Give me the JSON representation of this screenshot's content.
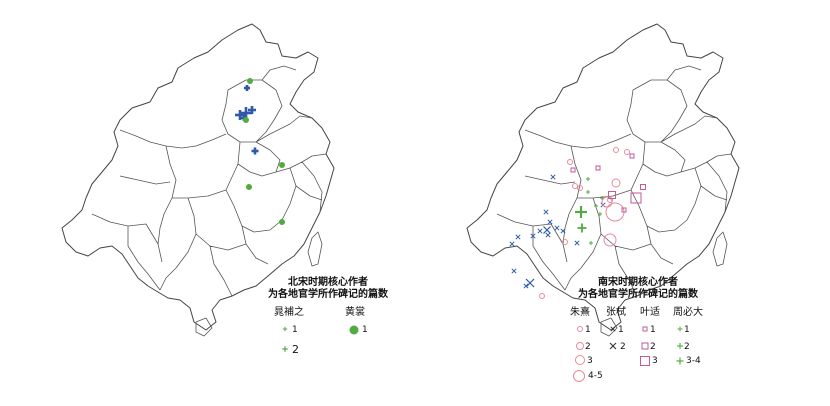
{
  "colors": {
    "blue": "#2e5aa8",
    "green": "#52ab3f",
    "pink": "#e88a9a",
    "magenta": "#c25a9c",
    "outline": "#555555"
  },
  "left_map": {
    "title_line1": "北宋时期核心作者",
    "title_line2": "为各地官学所作碑记的篇数",
    "legend": {
      "header_a": "晁補之",
      "header_b": "黄裳",
      "item_a1": "1",
      "item_a2": "2",
      "item_b1": "1"
    }
  },
  "right_map": {
    "title_line1": "南宋时期核心作者",
    "title_line2": "为各地官学所作碑记的篇数",
    "legend": {
      "headers": [
        "朱熹",
        "张栻",
        "叶适",
        "周必大"
      ],
      "zhuxi": [
        "1",
        "2",
        "3",
        "4-5"
      ],
      "zhangshi": [
        "1",
        "2"
      ],
      "yeshi": [
        "1",
        "2",
        "3"
      ],
      "zhoubida": [
        "1",
        "2",
        "3-4"
      ]
    }
  },
  "icons": {
    "plus": "plus-icon",
    "dot": "dot-icon",
    "cross": "x-icon",
    "circle": "circle-icon",
    "square": "square-icon"
  }
}
